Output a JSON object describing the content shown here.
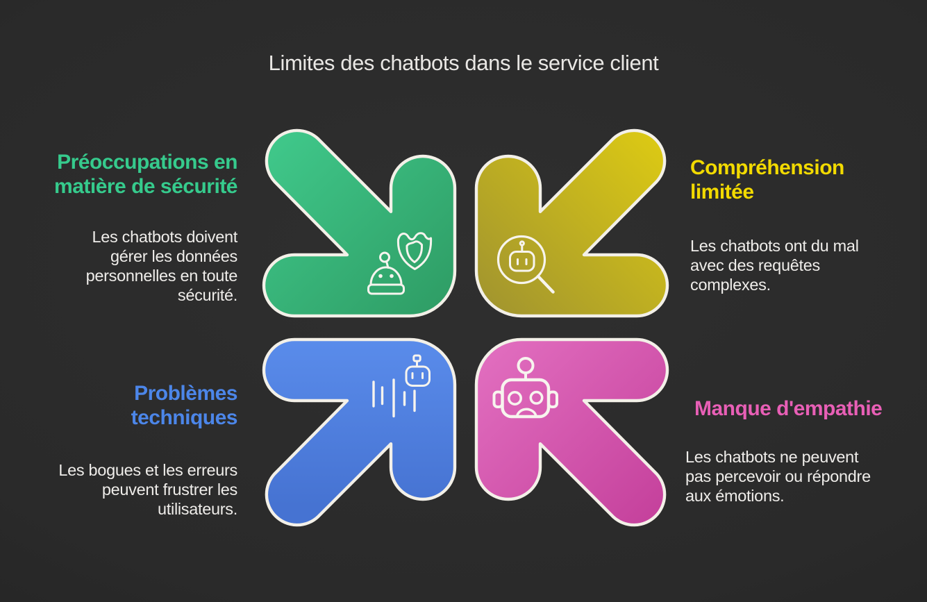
{
  "title": "Limites des chatbots dans le service client",
  "theme": {
    "background": "#2a2a2a",
    "vignette_edge": "#1d1d1d",
    "arrow_outline": "#f3f0e8",
    "icon_stroke": "#f7f4ee",
    "title_color": "#e9e7e4",
    "body_color": "#efedea"
  },
  "sections": [
    {
      "id": "security",
      "position": "top-left",
      "arrow_direction": "down-right",
      "heading": "Préoccupations en\nmatière de sécurité",
      "description": "Les chatbots doivent\ngérer les données\npersonnelles en toute\nsécurité.",
      "accent": "#36cb8d",
      "gradient": {
        "from": "#41cb8d",
        "to": "#2f9e66"
      },
      "icon": "chatbot-shield-icon"
    },
    {
      "id": "comprehension",
      "position": "top-right",
      "arrow_direction": "down-left",
      "heading": "Compréhension\nlimitée",
      "description": "Les chatbots ont du mal\navec des requêtes\ncomplexes.",
      "accent": "#f2da00",
      "gradient": {
        "from": "#e0cd12",
        "to": "#a3962e"
      },
      "icon": "chatbot-magnifier-icon"
    },
    {
      "id": "technical",
      "position": "bottom-left",
      "arrow_direction": "up-right",
      "heading": "Problèmes\ntechniques",
      "description": "Les bogues et les erreurs\npeuvent frustrer les\nutilisateurs.",
      "accent": "#4c86e9",
      "gradient": {
        "from": "#5a8ceb",
        "to": "#4673d2"
      },
      "icon": "chatbot-glitch-icon"
    },
    {
      "id": "empathy",
      "position": "bottom-right",
      "arrow_direction": "up-left",
      "heading": "Manque d'empathie",
      "description": "Les chatbots ne peuvent\npas percevoir ou répondre\naux émotions.",
      "accent": "#e85fb6",
      "gradient": {
        "from": "#e26fc0",
        "to": "#c5419c"
      },
      "icon": "robot-face-icon"
    }
  ]
}
